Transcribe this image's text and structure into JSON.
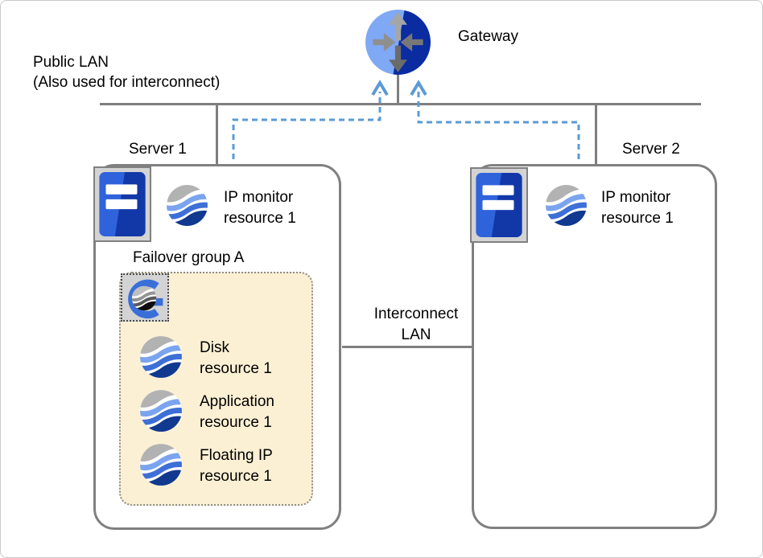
{
  "public_lan": {
    "line1": "Public LAN",
    "line2": "(Also used for interconnect)"
  },
  "gateway": {
    "label": "Gateway"
  },
  "interconnect_lan": {
    "line1": "Interconnect",
    "line2": "LAN"
  },
  "server1": {
    "label": "Server 1",
    "ip_monitor": {
      "line1": "IP monitor",
      "line2": "resource 1"
    },
    "failover_group": {
      "label": "Failover group A",
      "resources": [
        {
          "line1": "Disk",
          "line2": "resource 1"
        },
        {
          "line1": "Application",
          "line2": "resource 1"
        },
        {
          "line1": "Floating IP",
          "line2": "resource 1"
        }
      ]
    }
  },
  "server2": {
    "label": "Server 2",
    "ip_monitor": {
      "line1": "IP monitor",
      "line2": "resource 1"
    }
  },
  "icons": [
    "gateway-router-icon",
    "server-tower-icon",
    "ip-monitor-resource-icon",
    "failover-group-icon",
    "disk-resource-icon",
    "application-resource-icon",
    "floating-ip-resource-icon"
  ],
  "colors": {
    "line_gray": "#7F7F7F",
    "box_border_gray": "#808080",
    "dashed_arrow_blue": "#5B9BD5",
    "failover_group_bg": "#FCF0D4",
    "gateway_light_blue": "#7FA8F5",
    "gateway_dark_blue": "#0A2CA0",
    "server_light_blue": "#2E63DB",
    "server_dark_blue": "#1238A8",
    "sphere_gray": "#B2B2B2",
    "sphere_light_blue": "#7BA4EF",
    "sphere_mid_blue": "#3D6FD6",
    "sphere_navy": "#10398F"
  }
}
